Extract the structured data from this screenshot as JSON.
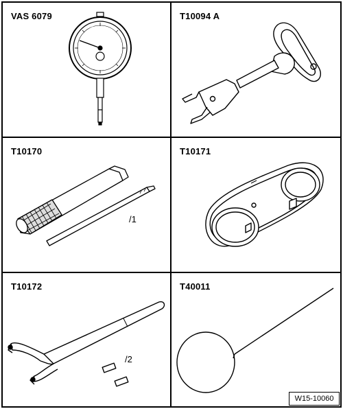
{
  "tools": [
    {
      "id": "VAS 6079",
      "callout": ""
    },
    {
      "id": "T10094 A",
      "callout": ""
    },
    {
      "id": "T10170",
      "callout": "/1"
    },
    {
      "id": "T10171",
      "callout": ""
    },
    {
      "id": "T10172",
      "callout": "/2"
    },
    {
      "id": "T40011",
      "callout": ""
    }
  ],
  "figure_code": "W15-10060"
}
